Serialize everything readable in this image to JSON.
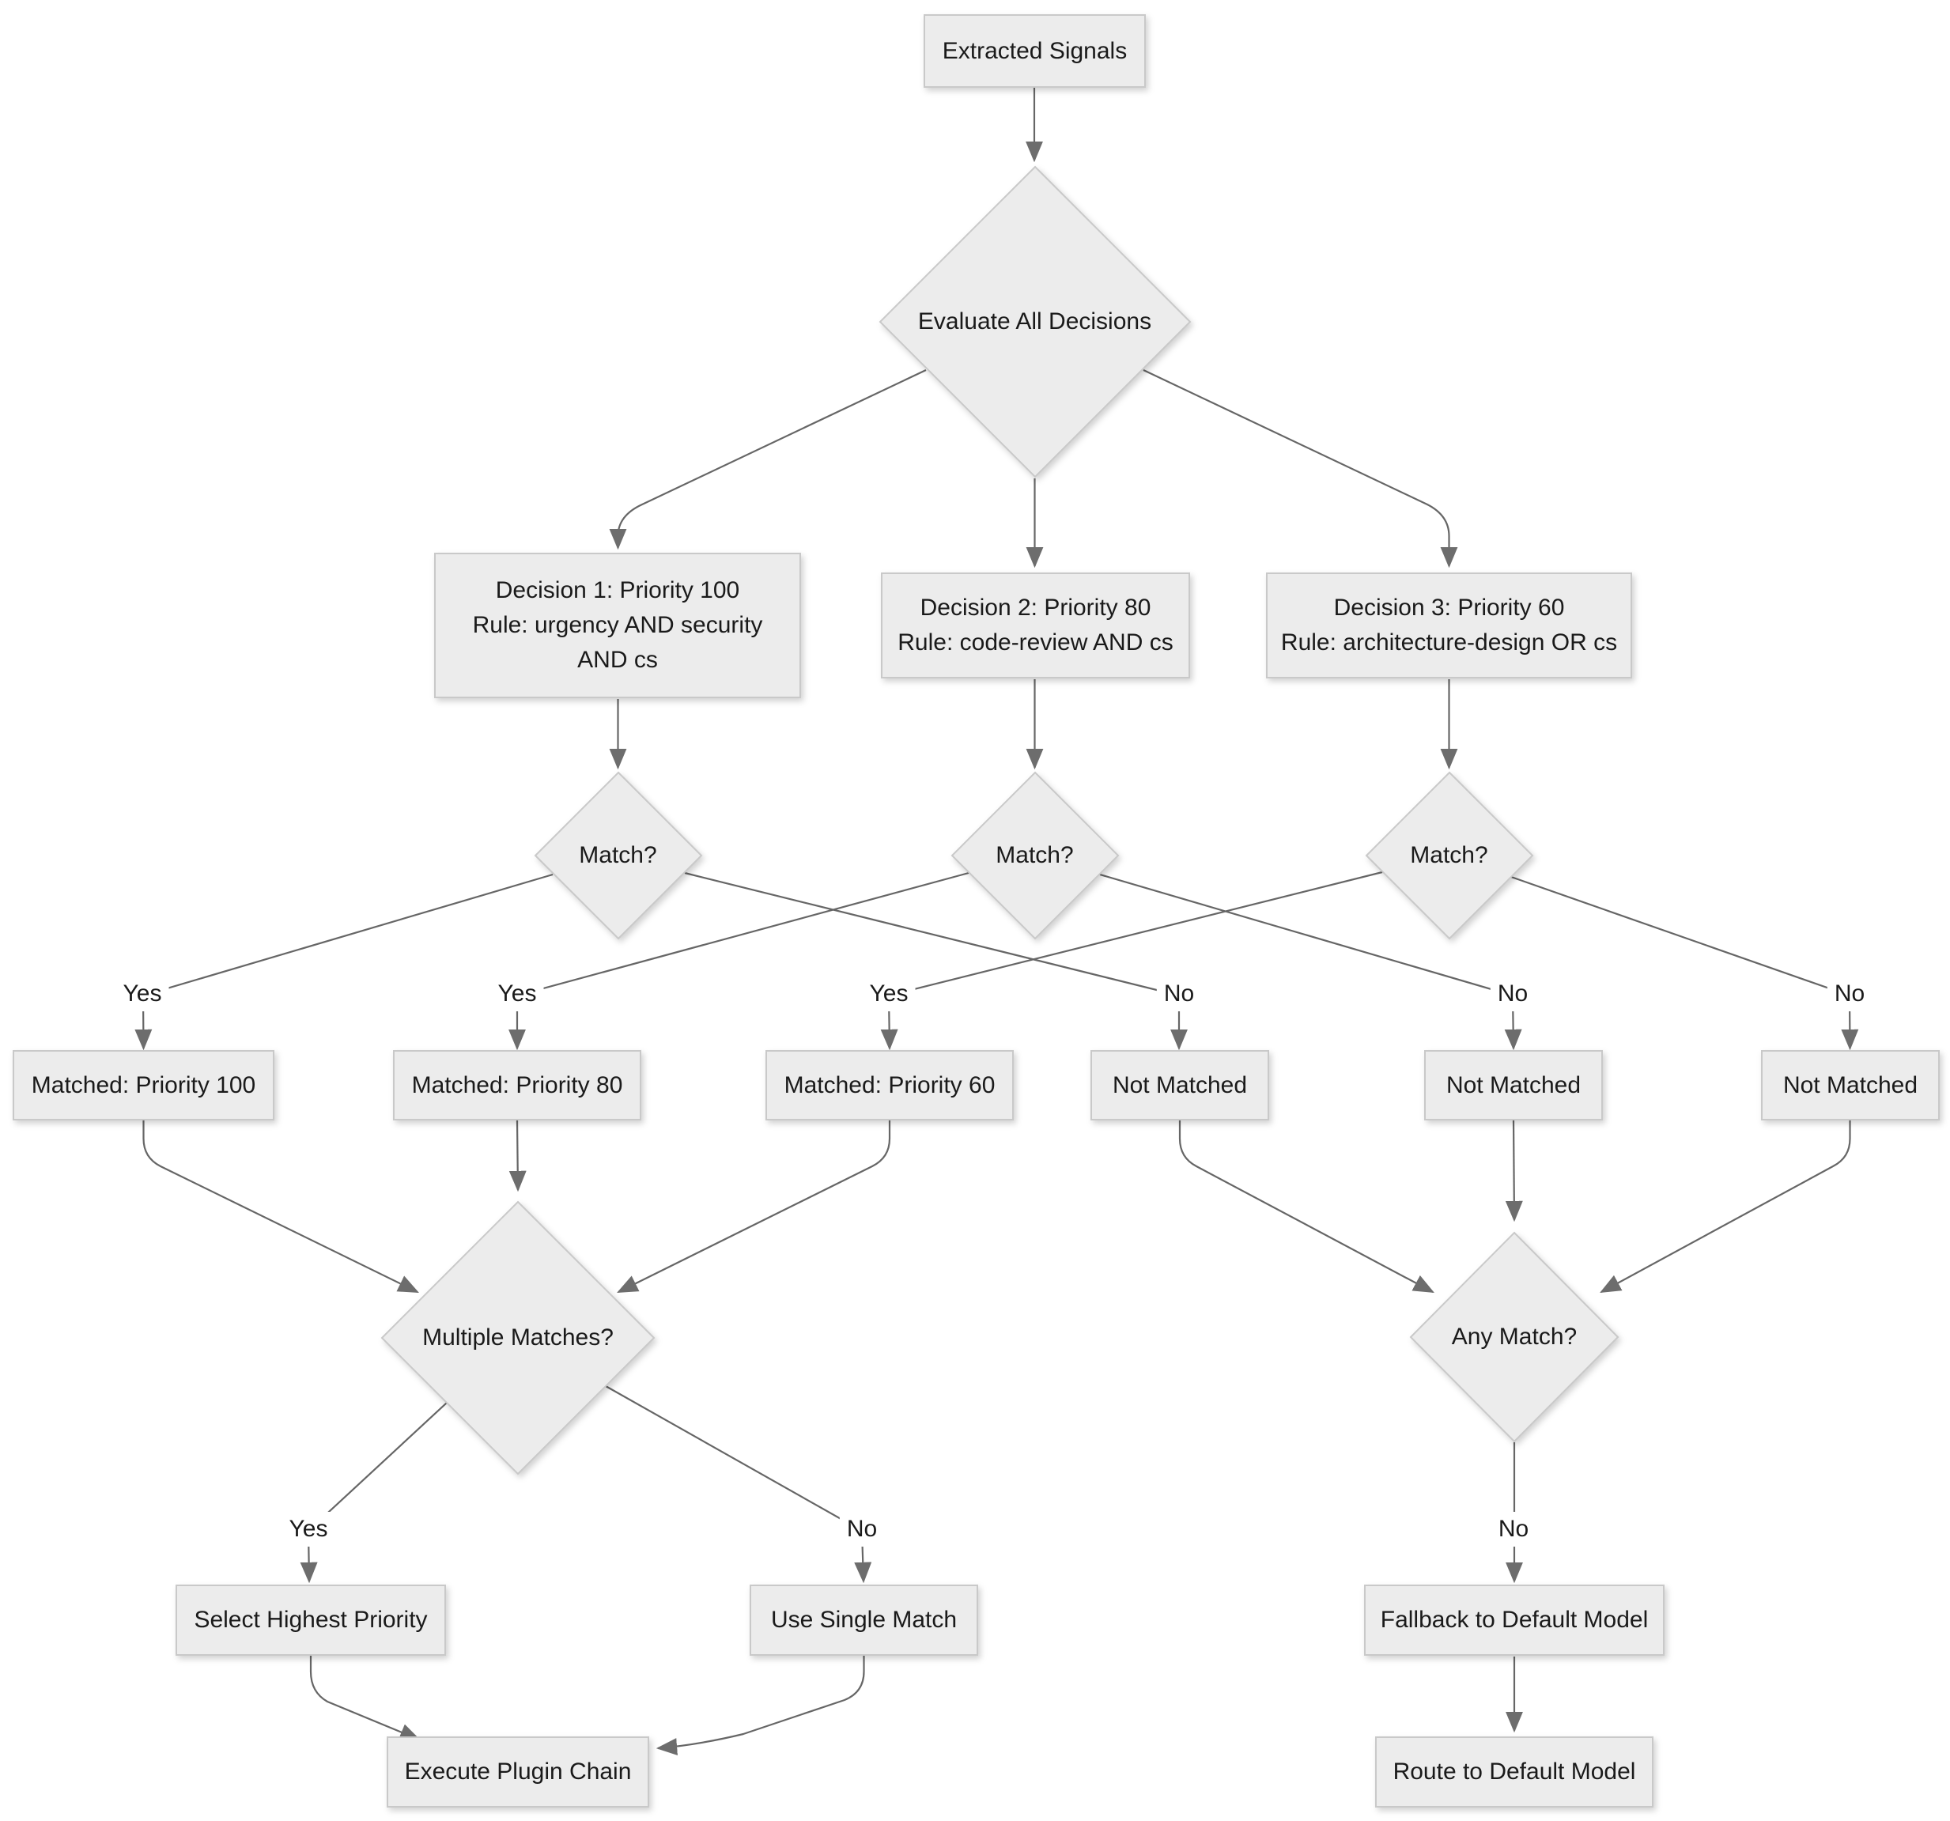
{
  "diagram": {
    "type": "flowchart",
    "direction": "top-bottom",
    "background_color": "#ffffff",
    "node_fill_color": "#ececec",
    "node_border_color": "#c9c9c9",
    "edge_color": "#666666",
    "text_color": "#1a1a1a",
    "nodes": {
      "extracted": {
        "shape": "rect",
        "label": "Extracted Signals"
      },
      "evaluate": {
        "shape": "diamond",
        "label": "Evaluate All Decisions"
      },
      "decision1": {
        "shape": "rect",
        "lines": [
          "Decision 1: Priority 100",
          "Rule: urgency AND security",
          "AND cs"
        ]
      },
      "decision2": {
        "shape": "rect",
        "lines": [
          "Decision 2: Priority 80",
          "Rule: code-review AND cs"
        ]
      },
      "decision3": {
        "shape": "rect",
        "lines": [
          "Decision 3: Priority 60",
          "Rule: architecture-design OR cs"
        ]
      },
      "match1": {
        "shape": "diamond",
        "label": "Match?"
      },
      "match2": {
        "shape": "diamond",
        "label": "Match?"
      },
      "match3": {
        "shape": "diamond",
        "label": "Match?"
      },
      "matched100": {
        "shape": "rect",
        "label": "Matched: Priority 100"
      },
      "matched80": {
        "shape": "rect",
        "label": "Matched: Priority 80"
      },
      "matched60": {
        "shape": "rect",
        "label": "Matched: Priority 60"
      },
      "notmatched1": {
        "shape": "rect",
        "label": "Not Matched"
      },
      "notmatched2": {
        "shape": "rect",
        "label": "Not Matched"
      },
      "notmatched3": {
        "shape": "rect",
        "label": "Not Matched"
      },
      "multiple": {
        "shape": "diamond",
        "label": "Multiple Matches?"
      },
      "anymatch": {
        "shape": "diamond",
        "label": "Any Match?"
      },
      "select": {
        "shape": "rect",
        "label": "Select Highest Priority"
      },
      "usesingle": {
        "shape": "rect",
        "label": "Use Single Match"
      },
      "fallback": {
        "shape": "rect",
        "label": "Fallback to Default Model"
      },
      "execute": {
        "shape": "rect",
        "label": "Execute Plugin Chain"
      },
      "route": {
        "shape": "rect",
        "label": "Route to Default Model"
      }
    },
    "edge_labels": {
      "m1_yes": "Yes",
      "m2_yes": "Yes",
      "m3_yes": "Yes",
      "m1_no": "No",
      "m2_no": "No",
      "m3_no": "No",
      "multiple_yes": "Yes",
      "multiple_no": "No",
      "anymatch_no": "No"
    },
    "edges": [
      {
        "from": "extracted",
        "to": "evaluate",
        "label": ""
      },
      {
        "from": "evaluate",
        "to": "decision1",
        "label": ""
      },
      {
        "from": "evaluate",
        "to": "decision2",
        "label": ""
      },
      {
        "from": "evaluate",
        "to": "decision3",
        "label": ""
      },
      {
        "from": "decision1",
        "to": "match1",
        "label": ""
      },
      {
        "from": "decision2",
        "to": "match2",
        "label": ""
      },
      {
        "from": "decision3",
        "to": "match3",
        "label": ""
      },
      {
        "from": "match1",
        "to": "matched100",
        "label": "Yes"
      },
      {
        "from": "match1",
        "to": "notmatched1",
        "label": "No"
      },
      {
        "from": "match2",
        "to": "matched80",
        "label": "Yes"
      },
      {
        "from": "match2",
        "to": "notmatched2",
        "label": "No"
      },
      {
        "from": "match3",
        "to": "matched60",
        "label": "Yes"
      },
      {
        "from": "match3",
        "to": "notmatched3",
        "label": "No"
      },
      {
        "from": "matched100",
        "to": "multiple",
        "label": ""
      },
      {
        "from": "matched80",
        "to": "multiple",
        "label": ""
      },
      {
        "from": "matched60",
        "to": "multiple",
        "label": ""
      },
      {
        "from": "notmatched1",
        "to": "anymatch",
        "label": ""
      },
      {
        "from": "notmatched2",
        "to": "anymatch",
        "label": ""
      },
      {
        "from": "notmatched3",
        "to": "anymatch",
        "label": ""
      },
      {
        "from": "multiple",
        "to": "select",
        "label": "Yes"
      },
      {
        "from": "multiple",
        "to": "usesingle",
        "label": "No"
      },
      {
        "from": "anymatch",
        "to": "fallback",
        "label": "No"
      },
      {
        "from": "select",
        "to": "execute",
        "label": ""
      },
      {
        "from": "usesingle",
        "to": "execute",
        "label": ""
      },
      {
        "from": "fallback",
        "to": "route",
        "label": ""
      }
    ]
  }
}
